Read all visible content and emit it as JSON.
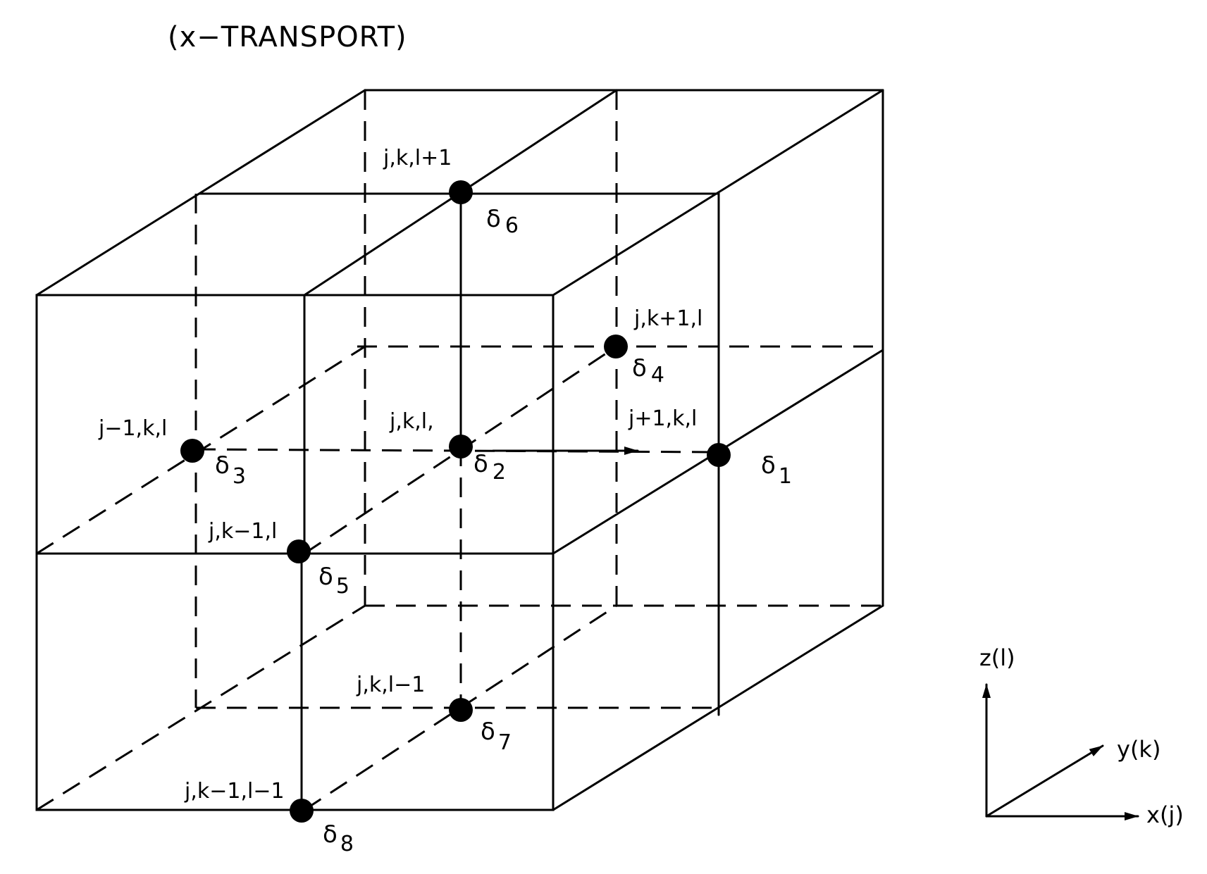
{
  "title": "(x−TRANSPORT)",
  "nodes": [
    {
      "id": "n6",
      "label": "j,k,l+1",
      "delta": "δ",
      "sub": "6"
    },
    {
      "id": "n4",
      "label": "j,k+1,l",
      "delta": "δ",
      "sub": "4"
    },
    {
      "id": "n3",
      "label": "j−1,k,l",
      "delta": "δ",
      "sub": "3"
    },
    {
      "id": "n2",
      "label": "j,k,l,",
      "delta": "δ",
      "sub": "2"
    },
    {
      "id": "n1",
      "label": "j+1,k,l",
      "delta": "δ",
      "sub": "1"
    },
    {
      "id": "n5",
      "label": "j,k−1,l",
      "delta": "δ",
      "sub": "5"
    },
    {
      "id": "n7",
      "label": "j,k,l−1",
      "delta": "δ",
      "sub": "7"
    },
    {
      "id": "n8",
      "label": "j,k−1,l−1",
      "delta": "δ",
      "sub": "8"
    }
  ],
  "axes": {
    "z": "z(l)",
    "y": "y(k)",
    "x": "x(j)"
  }
}
